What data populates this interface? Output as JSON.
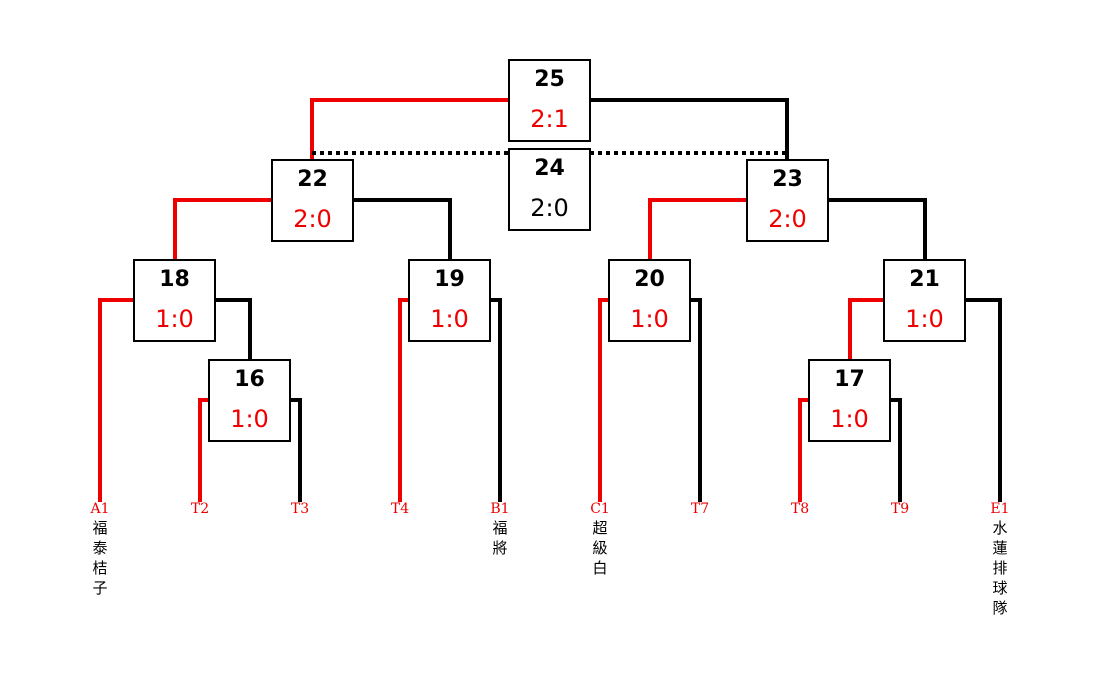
{
  "colors": {
    "win": "#ee0000",
    "normal": "#000000"
  },
  "matches": [
    {
      "id": "m25",
      "number": "25",
      "score": "2:1"
    },
    {
      "id": "m24",
      "number": "24",
      "score": "2:0"
    },
    {
      "id": "m22",
      "number": "22",
      "score": "2:0"
    },
    {
      "id": "m23",
      "number": "23",
      "score": "2:0"
    },
    {
      "id": "m18",
      "number": "18",
      "score": "1:0"
    },
    {
      "id": "m19",
      "number": "19",
      "score": "1:0"
    },
    {
      "id": "m20",
      "number": "20",
      "score": "1:0"
    },
    {
      "id": "m21",
      "number": "21",
      "score": "1:0"
    },
    {
      "id": "m16",
      "number": "16",
      "score": "1:0"
    },
    {
      "id": "m17",
      "number": "17",
      "score": "1:0"
    }
  ],
  "teams": [
    {
      "code": "A1",
      "name": "福泰桔子",
      "winner": true
    },
    {
      "code": "T2",
      "name": "",
      "winner": true
    },
    {
      "code": "T3",
      "name": "",
      "winner": false
    },
    {
      "code": "T4",
      "name": "",
      "winner": true
    },
    {
      "code": "B1",
      "name": "福將",
      "winner": false
    },
    {
      "code": "C1",
      "name": "超級白",
      "winner": true
    },
    {
      "code": "T7",
      "name": "",
      "winner": false
    },
    {
      "code": "T8",
      "name": "",
      "winner": true
    },
    {
      "code": "T9",
      "name": "",
      "winner": false
    },
    {
      "code": "E1",
      "name": "水蓮排球隊",
      "winner": false
    }
  ]
}
